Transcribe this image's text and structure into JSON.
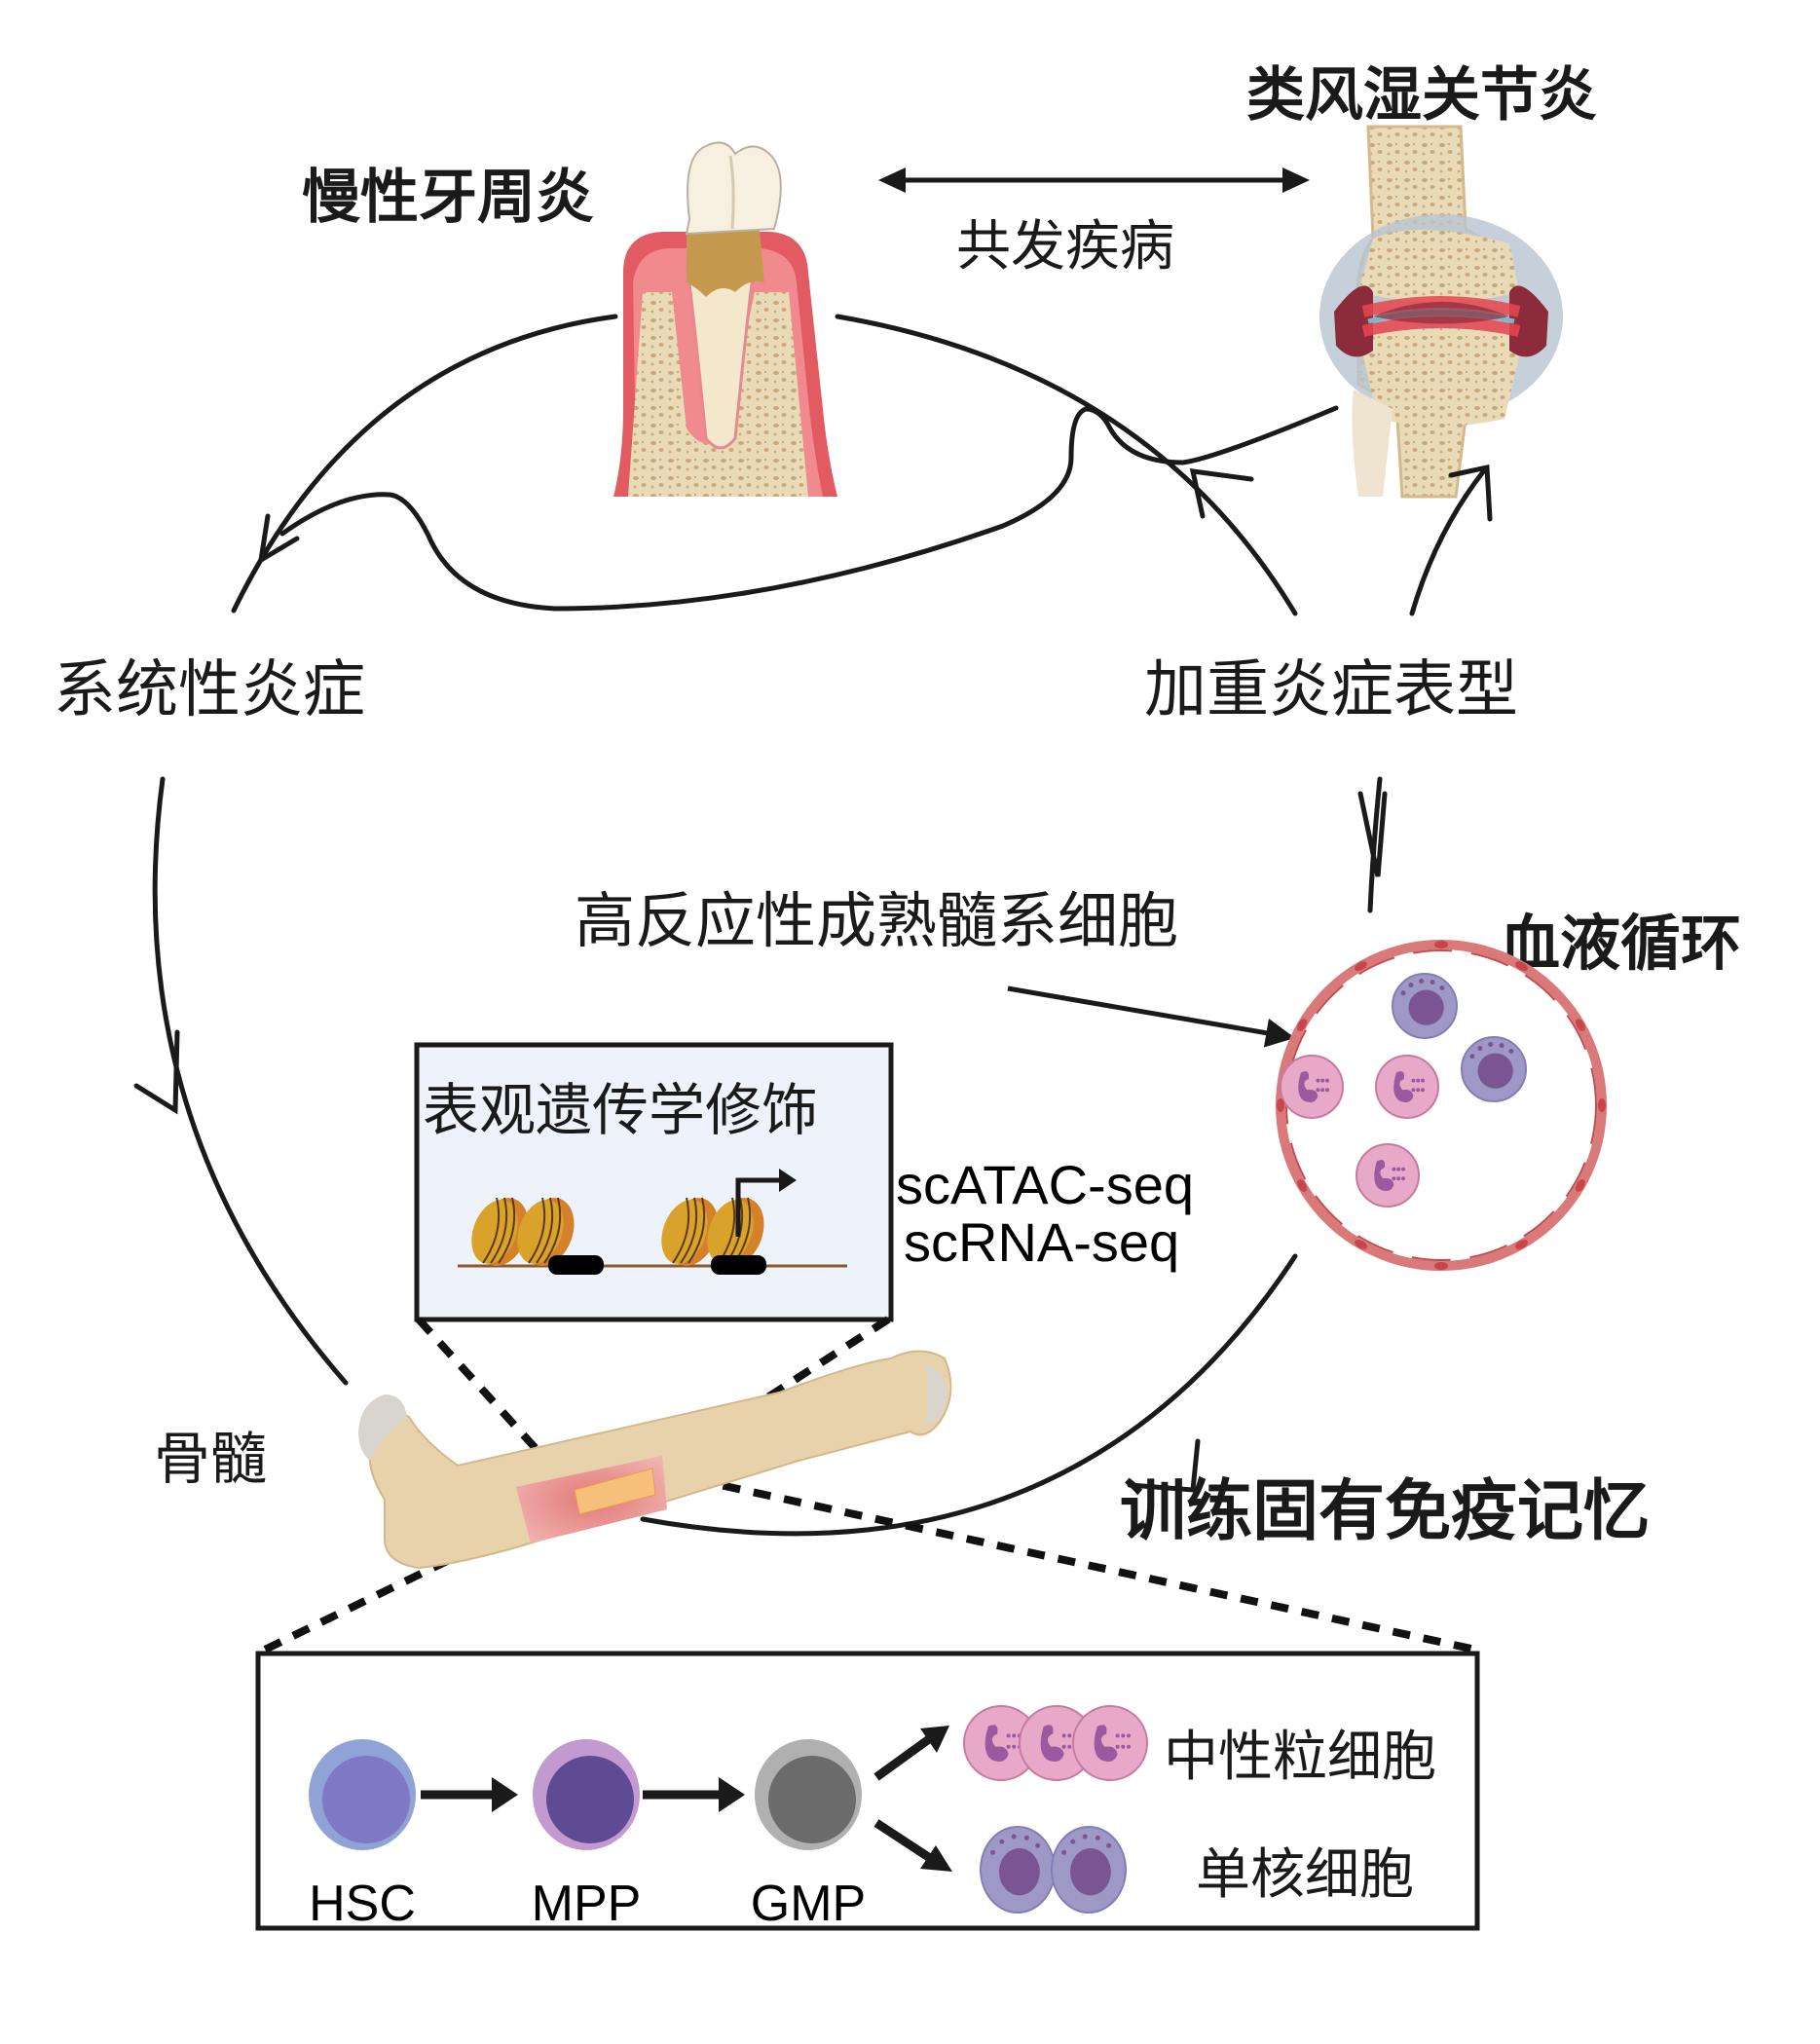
{
  "labels": {
    "periodontitis": "慢性牙周炎",
    "rheumatoid_arthritis": "类风湿关节炎",
    "comorbidity": "共发疾病",
    "systemic_inflammation": "系统性炎症",
    "aggravated_phenotype": "加重炎症表型",
    "hyperresponsive_myeloid": "高反应性成熟髓系细胞",
    "blood_circulation": "血液循环",
    "epigenetic_modification": "表观遗传学修饰",
    "scatac": "scATAC-seq",
    "scrna": "scRNA-seq",
    "bone_marrow": "骨髓",
    "trained_immunity": "训练固有免疫记忆"
  },
  "lineage": {
    "cells": [
      {
        "id": "hsc",
        "label": "HSC",
        "outer": "#8fa3d6",
        "inner": "#7f78c2"
      },
      {
        "id": "mpp",
        "label": "MPP",
        "outer": "#c39ad0",
        "inner": "#5f4b94"
      },
      {
        "id": "gmp",
        "label": "GMP",
        "outer": "#b0b0b0",
        "inner": "#6b6b6b"
      }
    ],
    "neutrophil_label": "中性粒细胞",
    "monocyte_label": "单核细胞"
  },
  "colors": {
    "neutrophil_fill": "#e8a9c9",
    "neutrophil_stroke": "#c77aa0",
    "neutrophil_nucleus": "#9b5aa0",
    "monocyte_fill": "#9e98c6",
    "monocyte_stroke": "#847db5",
    "monocyte_nucleus": "#7a5592",
    "vessel": "#d9797a",
    "bone": "#e6d3ac",
    "gum": "#e25a62",
    "nucleosome": "#d9a22b"
  }
}
